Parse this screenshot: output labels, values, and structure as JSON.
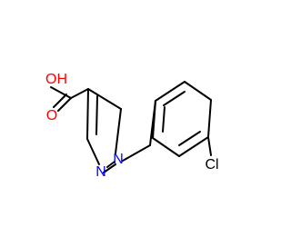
{
  "molecule": {
    "atoms": {
      "oh": "OH",
      "o": "O",
      "n1": "N",
      "n2": "N",
      "cl": "Cl"
    },
    "colors": {
      "oxygen": "#ff0000",
      "nitrogen": "#0000ff",
      "carbon_bonds": "#000000",
      "chlorine": "#000000"
    }
  }
}
